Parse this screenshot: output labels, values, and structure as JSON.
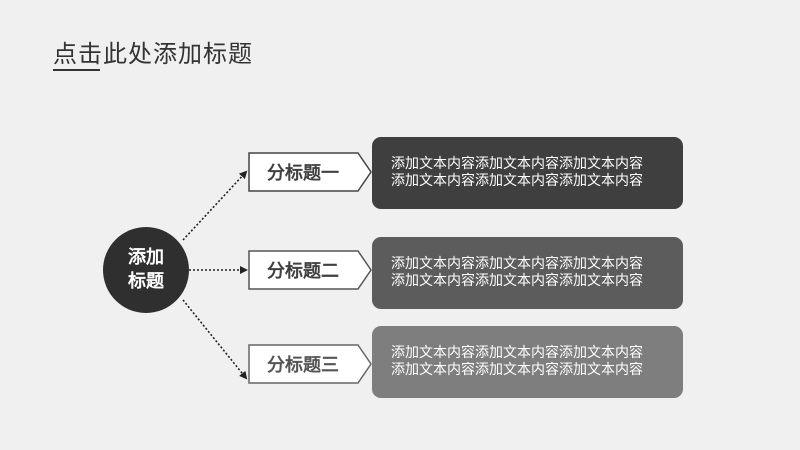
{
  "slide": {
    "title": "点击此处添加标题",
    "center": {
      "line1": "添加",
      "line2": "标题"
    },
    "items": [
      {
        "subtitle": "分标题一",
        "text_line1": "添加文本内容添加文本内容添加文本内容",
        "text_line2": "添加文本内容添加文本内容添加文本内容"
      },
      {
        "subtitle": "分标题二",
        "text_line1": "添加文本内容添加文本内容添加文本内容",
        "text_line2": "添加文本内容添加文本内容添加文本内容"
      },
      {
        "subtitle": "分标题三",
        "text_line1": "添加文本内容添加文本内容添加文本内容",
        "text_line2": "添加文本内容添加文本内容添加文本内容"
      }
    ]
  }
}
